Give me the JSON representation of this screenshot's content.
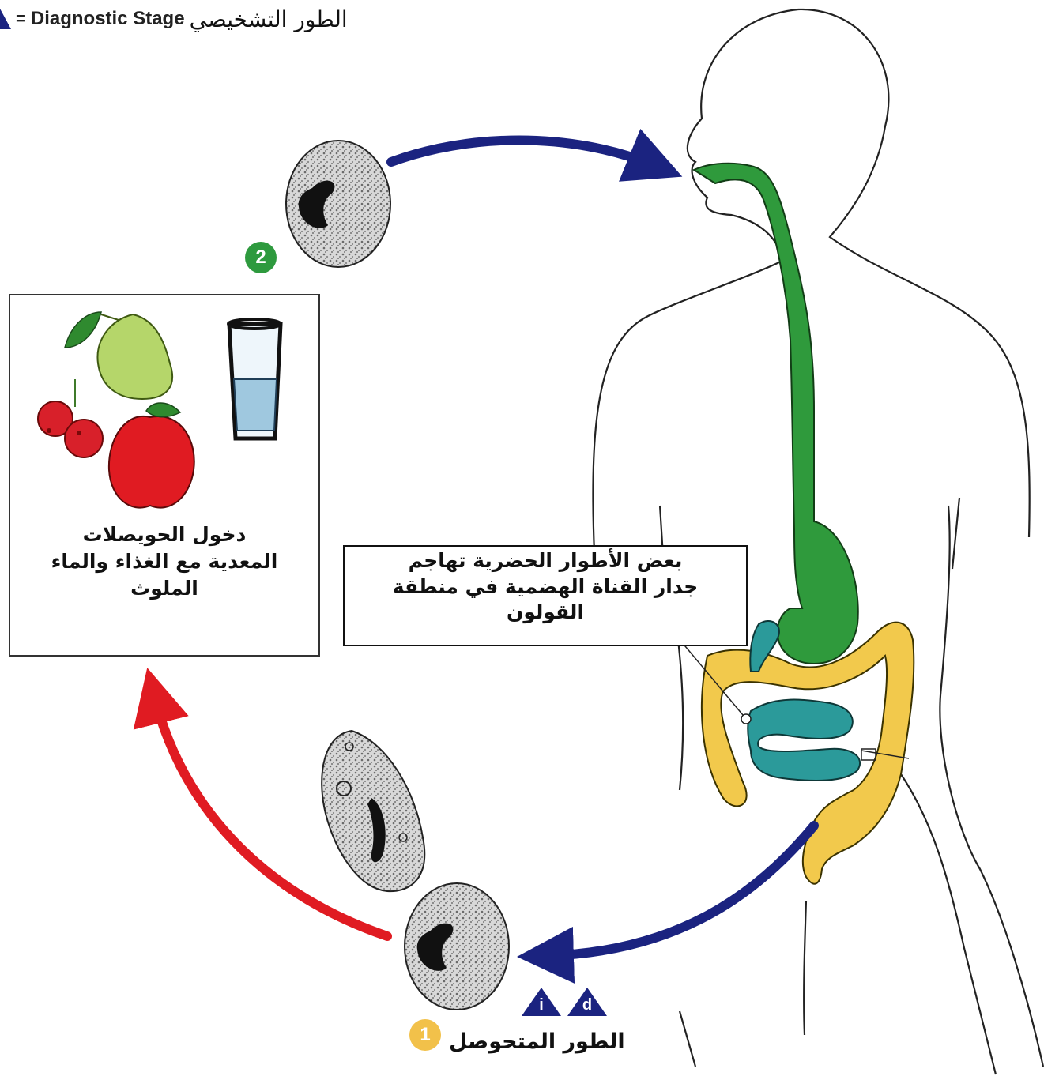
{
  "legend": {
    "arabic": "الطور التشخيصي",
    "english": "Diagnostic Stage",
    "separator": "=",
    "icon": "blue-triangle-icon"
  },
  "stage2": {
    "number": "2"
  },
  "stage1": {
    "number": "1",
    "label": "الطور المتحوصل"
  },
  "infection_box": {
    "line1": "دخول الحويصلات",
    "line2": "المعدية مع الغذاء والماء",
    "line3": "الملوث"
  },
  "callout": {
    "line1": "بعض الأطوار الحضرية تهاجم",
    "line2": "جدار القناة الهضمية في منطقة",
    "line3": "القولون"
  },
  "badges": {
    "i": "i",
    "d": "d"
  },
  "colors": {
    "arrow_blue": "#1b2380",
    "arrow_red": "#e01b22",
    "esophagus_green": "#2f9a3c",
    "colon_yellow": "#f2c94c",
    "intestine_teal": "#2b9a9a",
    "badge2_green": "#2e9a3e",
    "badge1_yellow": "#f2c14a"
  }
}
